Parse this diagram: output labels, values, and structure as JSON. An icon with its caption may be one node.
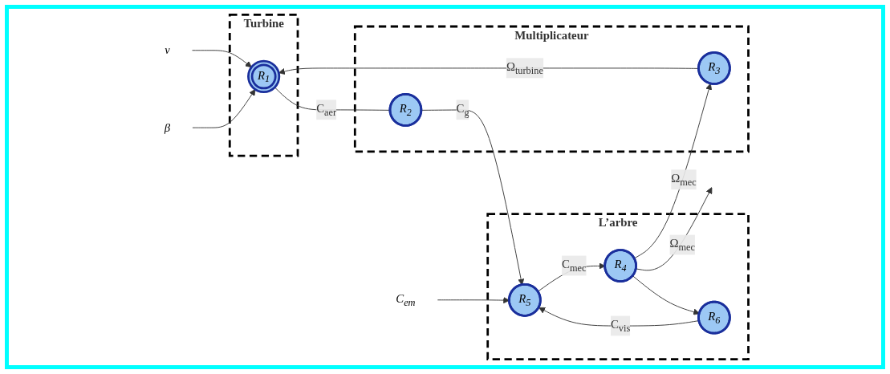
{
  "diagram": {
    "nodes": [
      {
        "text": [
          "Turbine"
        ]
      },
      {
        "text": [
          "R$_{1}$"
        ],
        "in": 0
      },
      {
        "text": [
          "Multiplicateur"
        ]
      },
      {
        "text": [
          "R$_{3}$"
        ],
        "in": 2
      },
      {
        "text": [
          "R$_{2}$"
        ],
        "in": 2
      },
      {
        "text": [
          "L’arbre"
        ]
      },
      {
        "text": [
          "R$_{5}$"
        ],
        "in": 5
      },
      {
        "text": [
          "R$_{4}$"
        ],
        "in": 5
      },
      {
        "text": [
          "R$_{6}$"
        ],
        "in": 5
      },
      {
        "text": [
          "v"
        ]
      },
      {
        "text": [
          "β"
        ]
      },
      {
        "text": [
          "C$_{em}$"
        ]
      }
    ],
    "edges": [
      {
        "from": 9,
        "to": 1,
        "arrow": "to"
      },
      {
        "from": 10,
        "to": 1,
        "arrow": "to"
      },
      {
        "from": 1,
        "to": 4,
        "arrow": "none",
        "label": "C$_{aer}$"
      },
      {
        "from": 4,
        "to": 6,
        "arrow": "to",
        "label": "C$_{g}$"
      },
      {
        "from": 11,
        "to": 6,
        "arrow": "to"
      },
      {
        "from": 6,
        "to": 7,
        "arrow": "to",
        "label": "C$_{mec}$"
      },
      {
        "from": 7,
        "to": 8,
        "arrow": "to"
      },
      {
        "from": 8,
        "to": 6,
        "arrow": "to",
        "label": "C$_{vis}$"
      },
      {
        "from": 7,
        "to": 3,
        "arrow": "to",
        "label": "Ω$_{mec}$"
      },
      {
        "from": 3,
        "to": 1,
        "arrow": "to",
        "label": "Ω$_{turbine}$"
      },
      {
        "from": 7,
        "to": null,
        "arrow": "to",
        "label": "Ω$_{mec}$"
      }
    ]
  }
}
